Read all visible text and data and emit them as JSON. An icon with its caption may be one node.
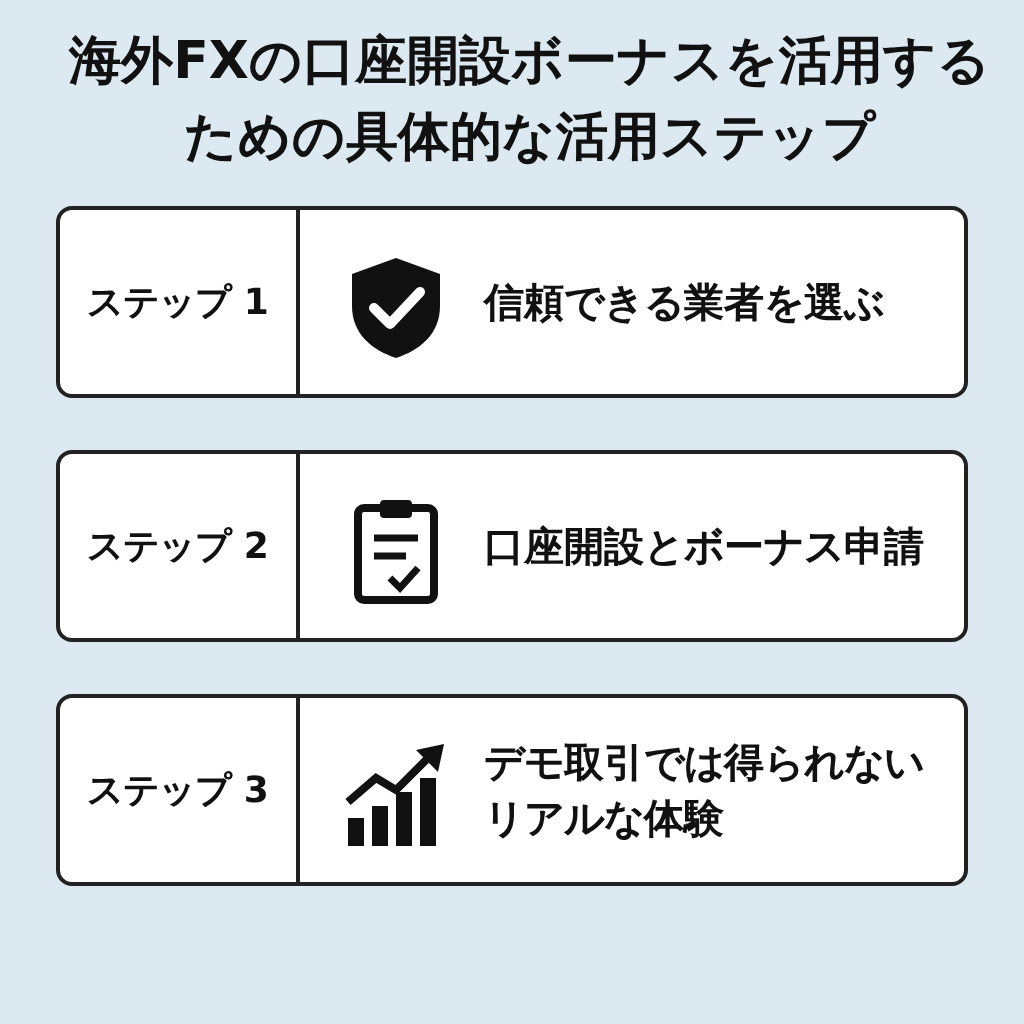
{
  "diagram": {
    "title": "海外FXの口座開設ボーナスを活用するための具体的な活用ステップ",
    "nodes": [
      {
        "text": [
          "ステップ 1",
          "信頼できる業者を選ぶ"
        ]
      },
      {
        "text": [
          "ステップ 2",
          "口座開設とボーナス申請"
        ]
      },
      {
        "text": [
          "ステップ 3",
          "デモ取引では得られないリアルな体験"
        ]
      }
    ]
  }
}
